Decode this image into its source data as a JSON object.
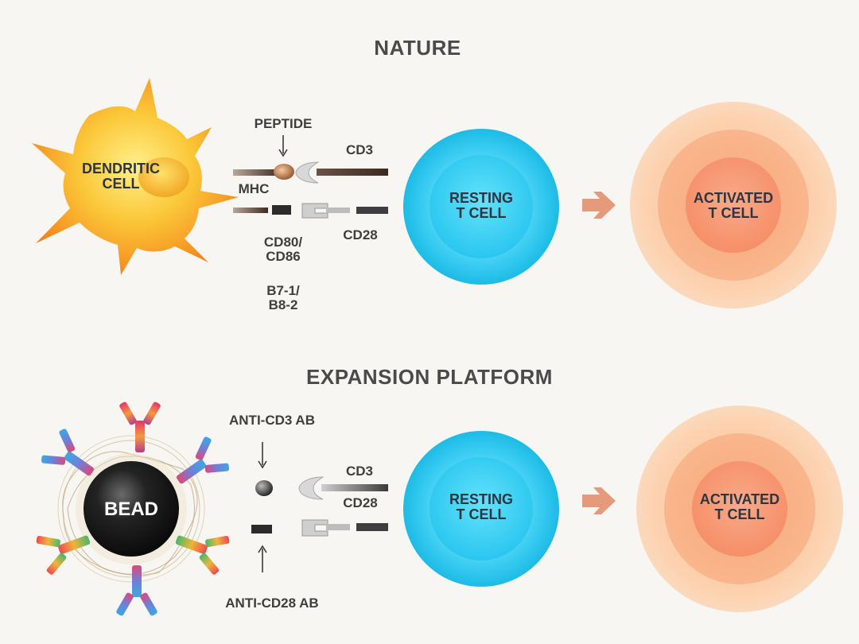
{
  "nature": {
    "title": "NATURE",
    "dendritic_label": "DENDRITIC\nCELL",
    "peptide_label": "PEPTIDE",
    "mhc_label": "MHC",
    "cd3_label": "CD3",
    "cd80_label": "CD80/\nCD86",
    "cd28_label": "CD28",
    "b7_label": "B7-1/\nB8-2",
    "resting_label": "RESTING\nT CELL",
    "activated_label": "ACTIVATED\nT CELL"
  },
  "expansion": {
    "title": "EXPANSION PLATFORM",
    "bead_label": "BEAD",
    "anti_cd3_label": "ANTI-CD3 AB",
    "anti_cd28_label": "ANTI-CD28 AB",
    "cd3_label": "CD3",
    "cd28_label": "CD28",
    "resting_label": "RESTING\nT CELL",
    "activated_label": "ACTIVATED\nT CELL"
  },
  "colors": {
    "dendritic": "#f7a92a",
    "resting": "#2fc9ee",
    "activated": "#f59a72",
    "arrow": "#e59a7c",
    "bead": "#1c1c1c"
  },
  "icons": [
    "dendritic-cell-icon",
    "bead-icon",
    "antibody-icon",
    "receptor-icon",
    "arrow-icon"
  ]
}
